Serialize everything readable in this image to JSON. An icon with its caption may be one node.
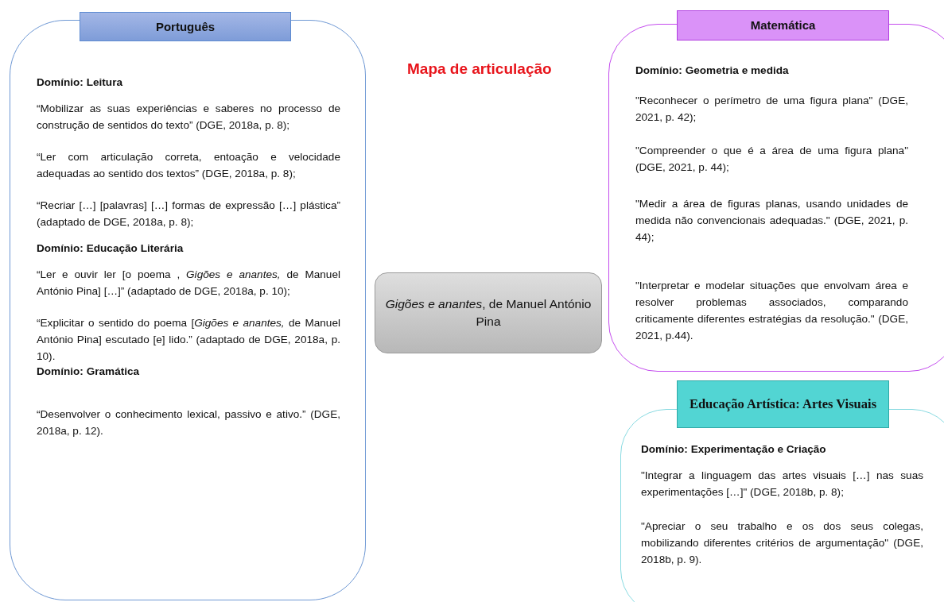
{
  "diagram": {
    "title": "Mapa de articulação",
    "nodes": [
      {
        "text": [
          "Português",
          "Domínio: Leitura",
          "“Mobilizar as suas experiências e saberes no processo de construção de sentidos do texto” (DGE, 2018a, p. 8);",
          "“Ler com articulação correta, entoação e velocidade adequadas ao sentido dos textos” (DGE, 2018a, p. 8);",
          "“Recriar […] [palavras] […] formas de expressão […] plástica” (adaptado de DGE, 2018a, p. 8);",
          "Domínio: Educação Literária",
          "“Ler e ouvir ler [o poema , *Gigões e anantes,* de Manuel António Pina] […]” (adaptado de DGE, 2018a, p. 10);",
          "“Explicitar o sentido do poema [*Gigões e anantes,* de Manuel António Pina] escutado [e] lido.” (adaptado de DGE, 2018a, p. 10).",
          "Domínio: Gramática",
          "“Desenvolver o conhecimento lexical, passivo e ativo.” (DGE, 2018a, p. 12)."
        ]
      },
      {
        "text": [
          "*Gigões e anantes*, de Manuel António Pina"
        ]
      },
      {
        "text": [
          "Matemática",
          "Domínio: Geometria e medida",
          "\"Reconhecer o perímetro de uma figura plana\" (DGE, 2021, p. 42);",
          "\"Compreender o que é a área de uma figura plana\" (DGE, 2021, p. 44);",
          "\"Medir a área de figuras planas, usando unidades de medida não convencionais adequadas.\" (DGE, 2021, p. 44);",
          "\"Interpretar e modelar situações que envolvam área e resolver problemas associados, comparando criticamente diferentes estratégias da resolução.\" (DGE, 2021, p.44)."
        ]
      },
      {
        "text": [
          "Educação Artística: Artes Visuais",
          "Domínio: Experimentação e Criação",
          "\"Integrar a linguagem das artes visuais […] nas suas experimentações […]\" (DGE, 2018b, p. 8);",
          "\"Apreciar o seu trabalho e os dos seus colegas, mobilizando diferentes critérios de argumentação\" (DGE, 2018b, p. 9)."
        ]
      }
    ],
    "edges": []
  }
}
